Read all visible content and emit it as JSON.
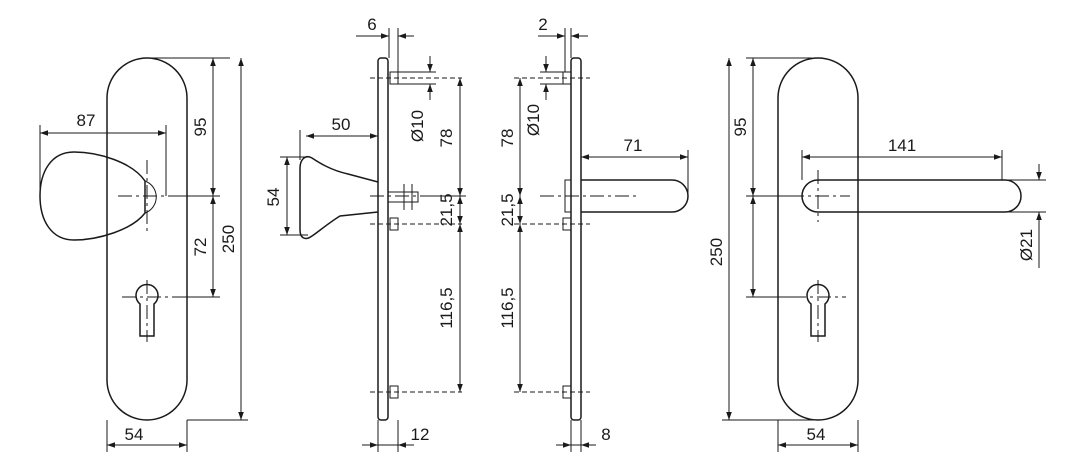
{
  "dimensions": {
    "knob_projection": "87",
    "front_top_to_knob": "95",
    "front_knob_to_key": "72",
    "front_height_left": "250",
    "front_width_left": "54",
    "side_plate_offset_left": "6",
    "side_knob_length": "50",
    "side_knob_diameter": "54",
    "side_hole_left": "Ø10",
    "side_top_to_screw_left": "78",
    "side_screw_gap_left": "21,5",
    "side_bottom_span_left": "116,5",
    "side_thickness_left": "12",
    "side_plate_offset_right": "2",
    "side_hole_right": "Ø10",
    "side_top_to_screw_right": "78",
    "side_screw_gap_right": "21,5",
    "side_bottom_span_right": "116,5",
    "side_lever_length": "71",
    "side_thickness_right": "8",
    "front_top_to_lever": "95",
    "front_lever_length": "141",
    "front_height_right": "250",
    "front_lever_diameter": "Ø21",
    "front_width_right": "54"
  }
}
